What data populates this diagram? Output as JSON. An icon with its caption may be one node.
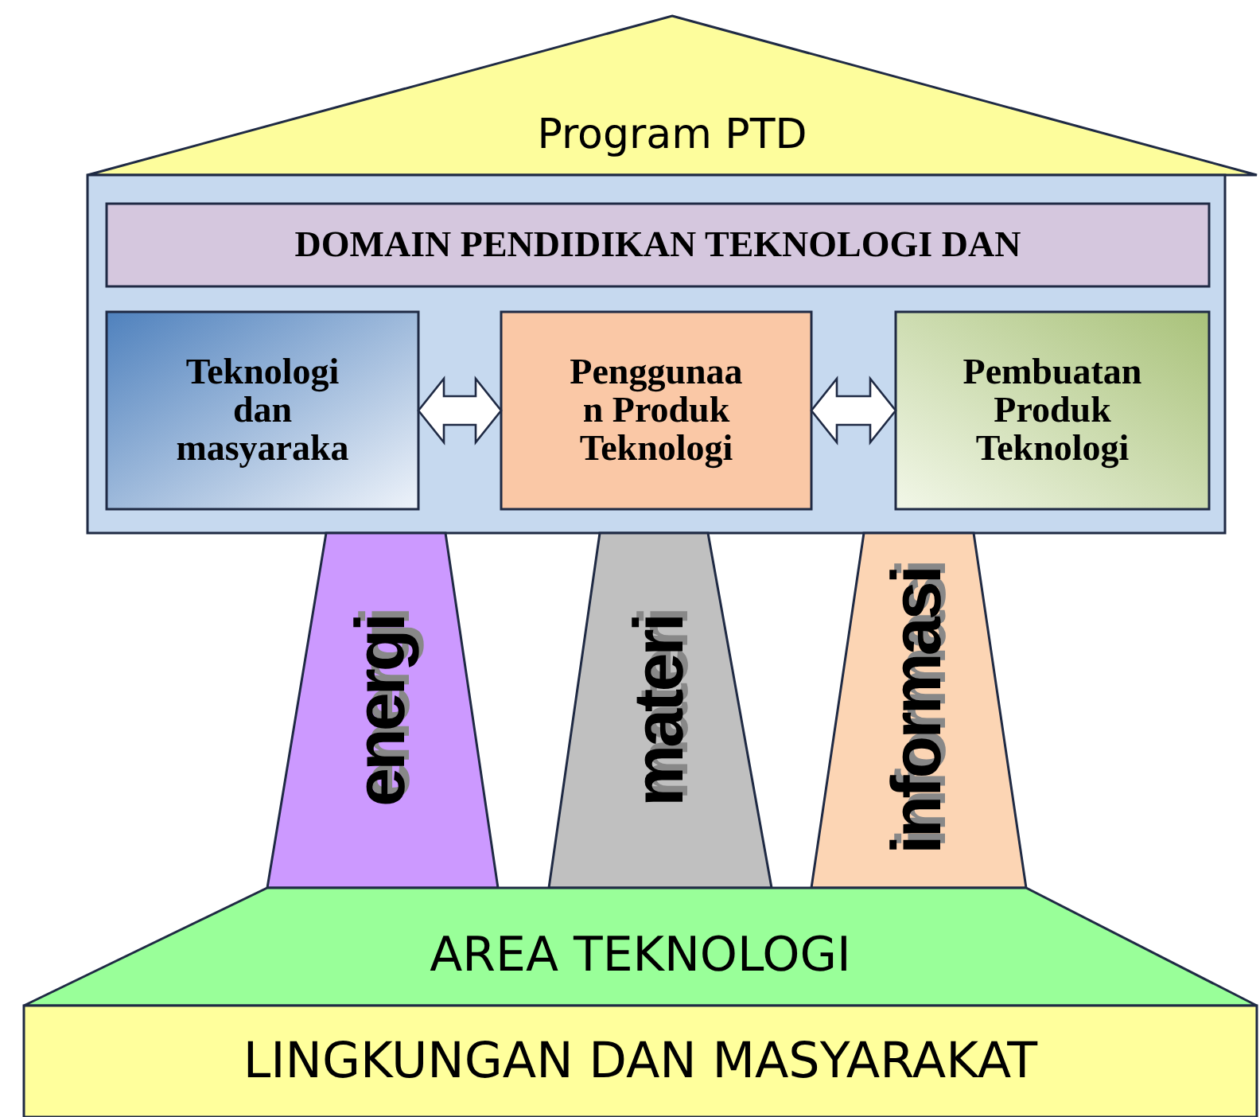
{
  "diagram": {
    "nodes": [
      {
        "text": [
          "Program PTD"
        ]
      },
      {
        "text": [],
        "shape": "box"
      },
      {
        "text": [
          "DOMAIN PENDIDIKAN TEKNOLOGI DAN"
        ],
        "in": 1
      },
      {
        "text": [
          "Teknologi dan masyaraka"
        ],
        "in": 1
      },
      {
        "text": [
          "Penggunaa n Produk Teknologi"
        ],
        "in": 1
      },
      {
        "text": [
          "Pembuatan Produk Teknologi"
        ],
        "in": 1
      },
      {
        "text": [
          "energi"
        ]
      },
      {
        "text": [
          "materi"
        ]
      },
      {
        "text": [
          "informasi"
        ]
      },
      {
        "text": [
          "AREA TEKNOLOGI"
        ]
      },
      {
        "text": [
          "LINGKUNGAN DAN MASYARAKAT"
        ]
      }
    ],
    "edges": [
      {
        "from": 3,
        "to": 4,
        "arrow": "both"
      },
      {
        "from": 4,
        "to": 5,
        "arrow": "both"
      }
    ]
  }
}
